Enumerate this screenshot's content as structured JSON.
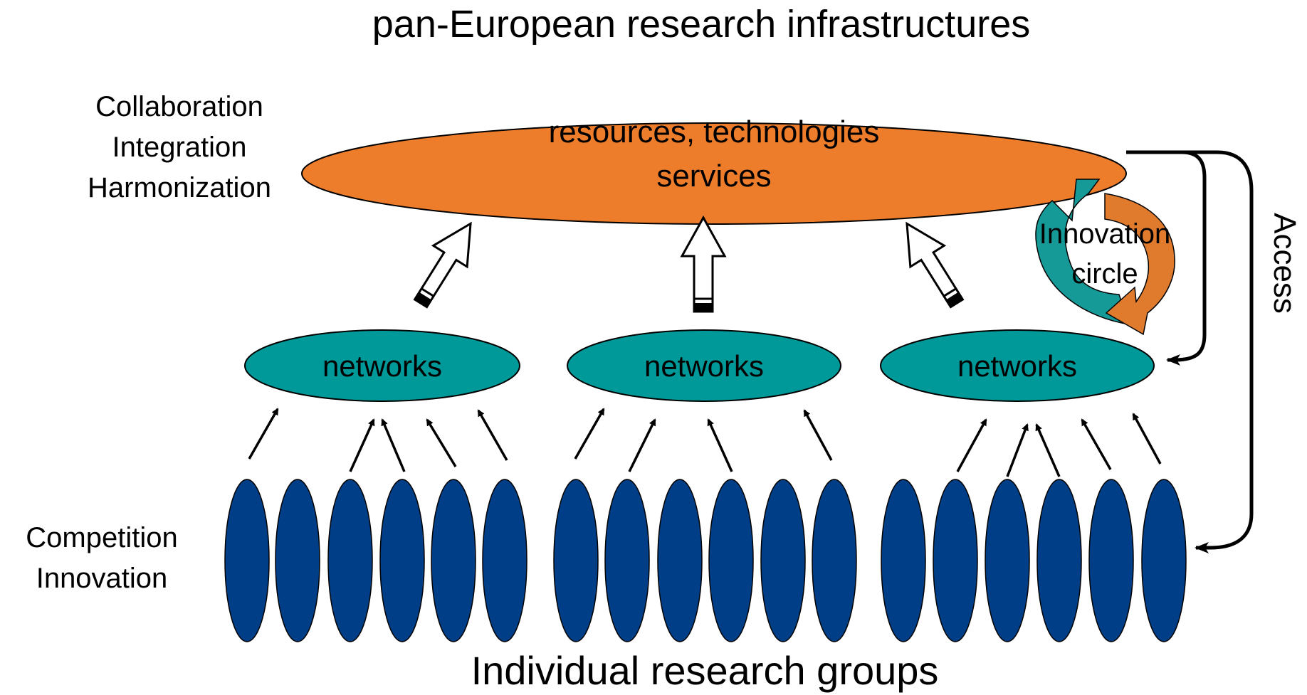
{
  "title": "pan-European research infrastructures",
  "top_ellipse": {
    "line1": "resources, technologies",
    "line2": "services"
  },
  "left_labels_top": [
    "Collaboration",
    "Integration",
    "Harmonization"
  ],
  "left_labels_bottom": [
    "Competition",
    "Innovation"
  ],
  "networks": [
    "networks",
    "networks",
    "networks"
  ],
  "innovation_circle": {
    "line1": "Innovation",
    "line2": "circle"
  },
  "access_label": "Access",
  "bottom_label": "Individual research groups",
  "colors": {
    "orange": "#ED7D2B",
    "teal": "#009999",
    "navy": "#003F87",
    "cycle_teal": "#159A98",
    "cycle_orange": "#E07B2E"
  }
}
